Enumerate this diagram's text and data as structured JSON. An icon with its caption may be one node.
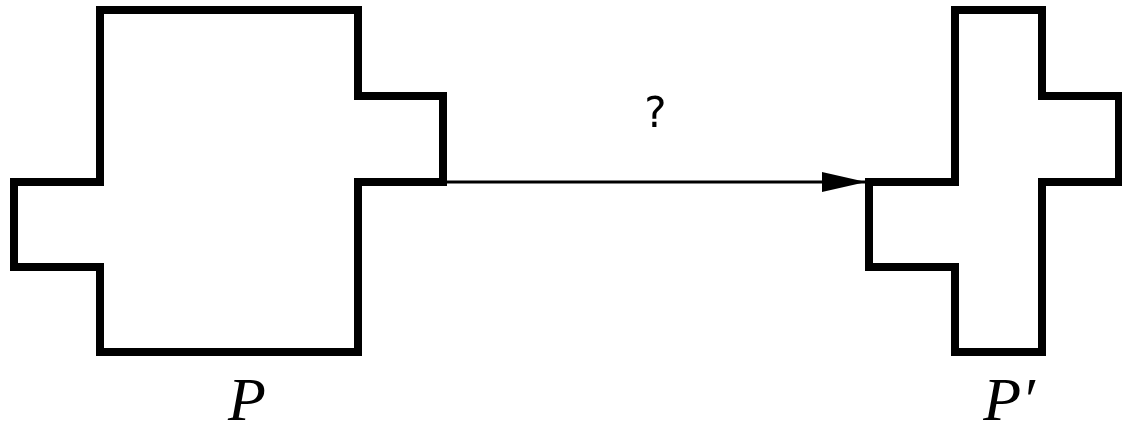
{
  "diagram": {
    "nodes": [
      {
        "text": [
          "P"
        ]
      },
      {
        "text": [
          "P′"
        ]
      }
    ],
    "edges": [
      {
        "from": 0,
        "to": 1,
        "arrow": "to",
        "label": "?"
      }
    ]
  }
}
